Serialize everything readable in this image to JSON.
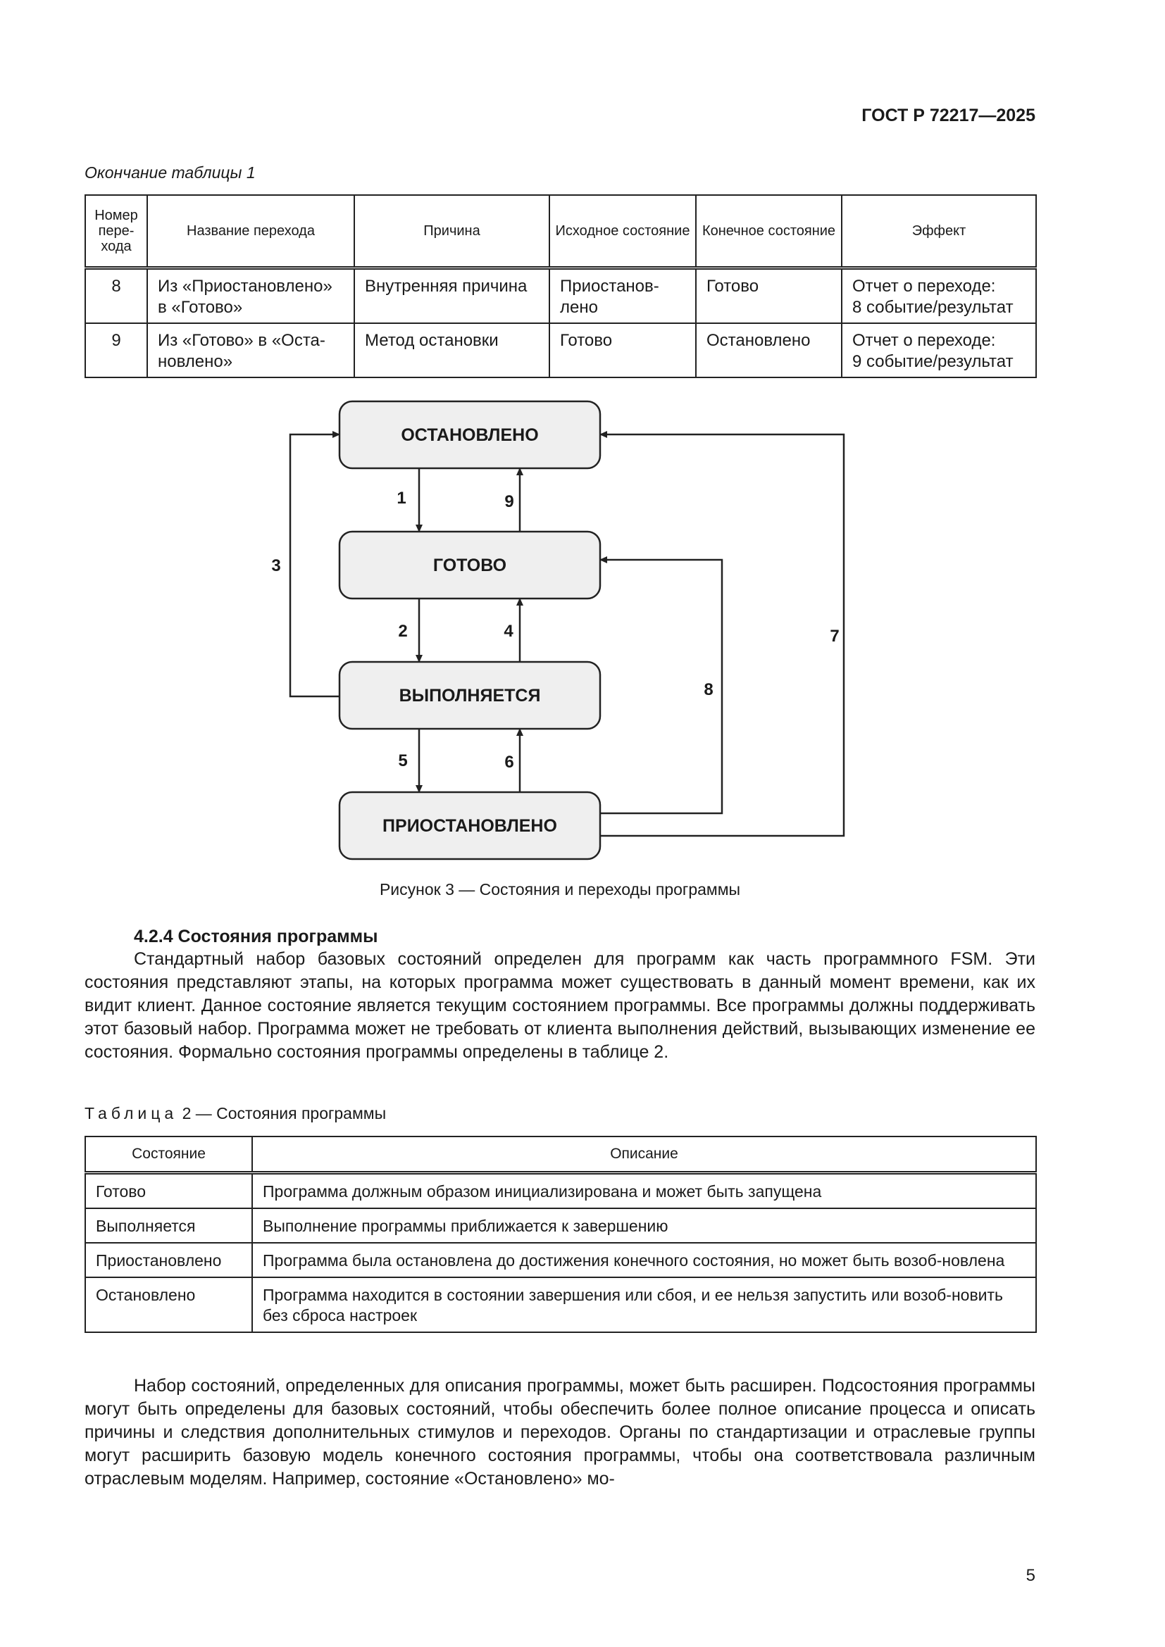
{
  "header": {
    "doc_id": "ГОСТ Р 72217—2025"
  },
  "table1": {
    "caption": "Окончание таблицы 1",
    "headers": [
      "Номер пере-хода",
      "Название перехода",
      "Причина",
      "Исходное состояние",
      "Конечное состояние",
      "Эффект"
    ],
    "rows": [
      {
        "num": "8",
        "name_l1": "Из «Приостановлено»",
        "name_l2": "в «Готово»",
        "cause": "Внутренняя причина",
        "from_l1": "Приостанов-",
        "from_l2": "лено",
        "to": "Готово",
        "eff_l1": "Отчет о переходе:",
        "eff_l2": "8 событие/результат"
      },
      {
        "num": "9",
        "name_l1": "Из «Готово» в «Оста-",
        "name_l2": "новлено»",
        "cause": "Метод остановки",
        "from_l1": "Готово",
        "from_l2": "",
        "to": "Остановлено",
        "eff_l1": "Отчет о переходе:",
        "eff_l2": "9 событие/результат"
      }
    ]
  },
  "figure": {
    "states": {
      "stopped": "ОСТАНОВЛЕНО",
      "ready": "ГОТОВО",
      "running": "ВЫПОЛНЯЕТСЯ",
      "suspended": "ПРИОСТАНОВЛЕНО"
    },
    "transitions": [
      "1",
      "2",
      "3",
      "4",
      "5",
      "6",
      "7",
      "8",
      "9"
    ],
    "caption": "Рисунок 3 — Состояния и переходы программы"
  },
  "section": {
    "title": "4.2.4 Состояния программы",
    "paragraph": "Стандартный набор базовых состояний определен для программ как часть программного FSM. Эти состояния представляют этапы, на которых программа может существовать в данный момент времени, как их видит клиент. Данное состояние является текущим состоянием программы. Все программы должны поддерживать этот базовый набор. Программа может не требовать от клиента выполнения действий, вызывающих изменение ее состояния. Формально состояния программы определены в таблице 2."
  },
  "table2": {
    "caption_word": "Таблица",
    "caption_rest": " 2 — Состояния программы",
    "headers": [
      "Состояние",
      "Описание"
    ],
    "rows": [
      {
        "state": "Готово",
        "desc": "Программа должным образом инициализирована и может быть запущена"
      },
      {
        "state": "Выполняется",
        "desc": "Выполнение программы приближается к завершению"
      },
      {
        "state": "Приостановлено",
        "desc": "Программа была остановлена до достижения конечного состояния, но может быть возоб-новлена"
      },
      {
        "state": "Остановлено",
        "desc": "Программа находится в состоянии завершения или сбоя, и ее нельзя запустить или возоб-новить без сброса настроек"
      }
    ]
  },
  "closing_paragraph": "Набор состояний, определенных для описания программы, может быть расширен. Подсостояния программы могут быть определены для базовых состояний, чтобы обеспечить более полное описание процесса и описать причины и следствия дополнительных стимулов и переходов. Органы по стандартизации и отраслевые группы могут расширить базовую модель конечного состояния программы, чтобы она соответствовала различным отраслевым моделям. Например, состояние «Остановлено» мо-",
  "page_number": "5"
}
